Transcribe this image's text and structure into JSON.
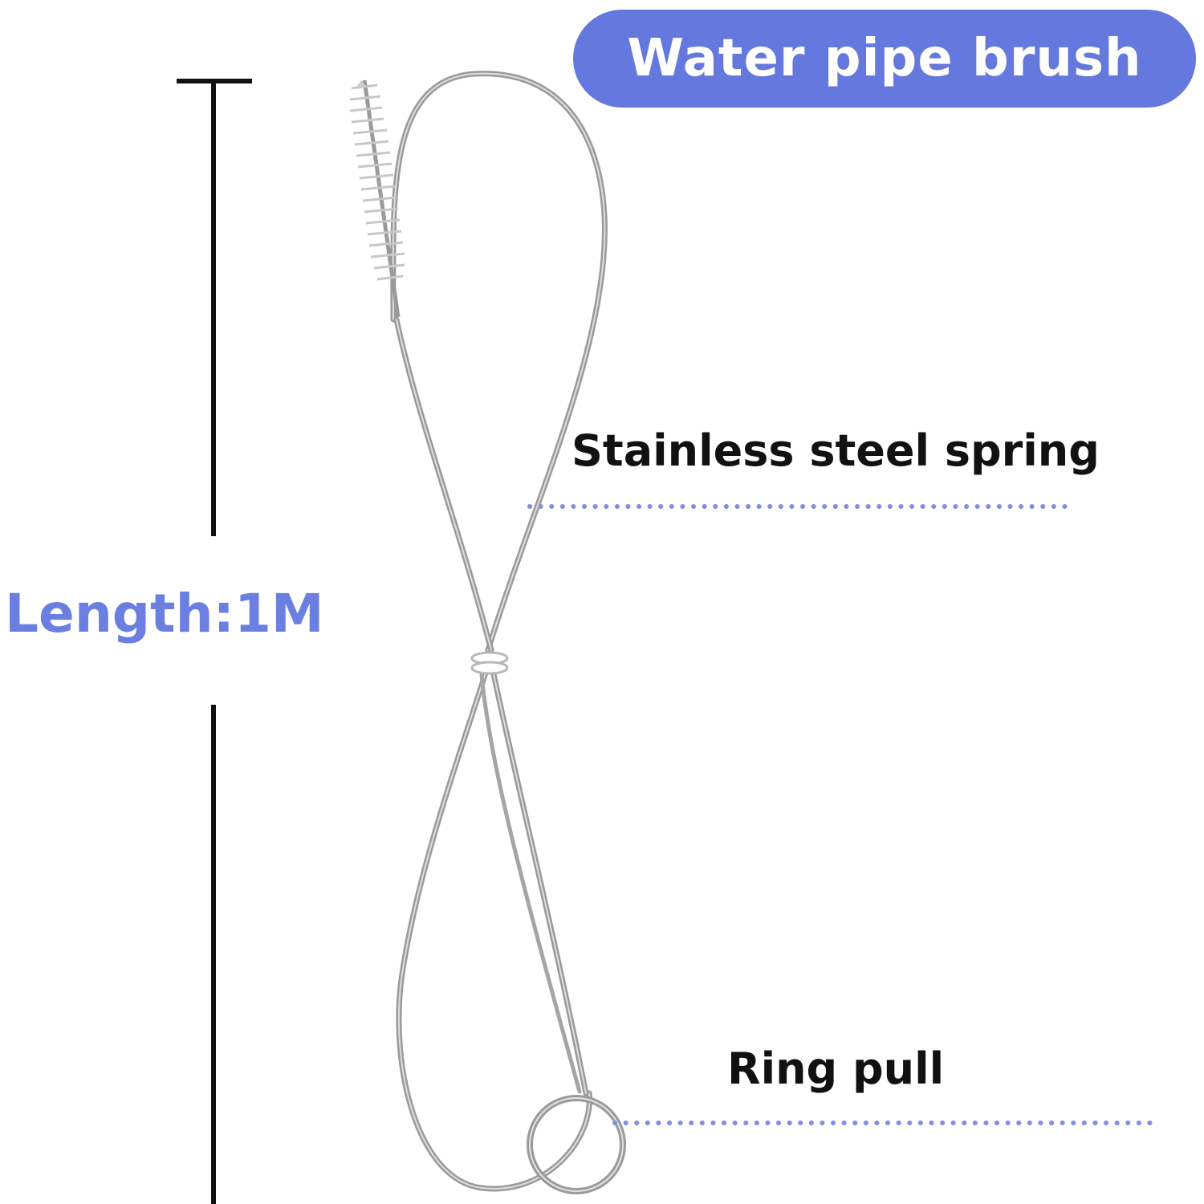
{
  "title": "Water pipe brush",
  "length_label": "Length:1M",
  "callouts": {
    "spring": "Stainless steel spring",
    "ring": "Ring pull"
  },
  "colors": {
    "accent": "#6b7fe0",
    "title_pill": "#6478dd",
    "dots": "#7f8fe3",
    "wire": "#9a9a9a",
    "dimension_line": "#111111"
  }
}
